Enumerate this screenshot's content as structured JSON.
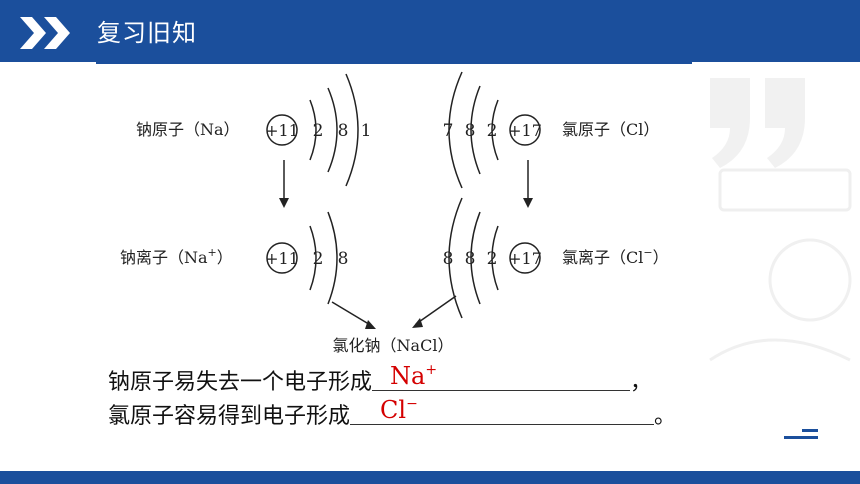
{
  "header": {
    "title": "复习旧知"
  },
  "diagram": {
    "na_atom": {
      "label": "钠原子（Na）",
      "nucleus": "+11",
      "shells": [
        "2",
        "8",
        "1"
      ]
    },
    "cl_atom": {
      "label": "氯原子（Cl）",
      "nucleus": "+17",
      "shells": [
        "7",
        "8",
        "2"
      ]
    },
    "na_ion": {
      "label_prefix": "钠离子（Na",
      "label_sup": "+",
      "label_suffix": "）",
      "nucleus": "+11",
      "shells": [
        "2",
        "8"
      ]
    },
    "cl_ion": {
      "label_prefix": "氯离子（Cl",
      "label_sup": "−",
      "label_suffix": "）",
      "nucleus": "+17",
      "shells": [
        "8",
        "8",
        "2"
      ]
    },
    "product": {
      "label": "氯化钠（NaCl）"
    }
  },
  "sentence1": {
    "text": "钠原子易失去一个电子形成",
    "answer": "Na",
    "answer_sup": "+",
    "end": "，"
  },
  "sentence2": {
    "text": "氯原子容易得到电子形成",
    "answer": "Cl",
    "answer_sup": "−",
    "end": "。"
  },
  "colors": {
    "brand": "#1b4f9c",
    "answer": "#d40000"
  },
  "icons": {
    "header": "double-chevron-icon",
    "corner": "quote-mark-icon",
    "nav": "next-page-icon"
  }
}
